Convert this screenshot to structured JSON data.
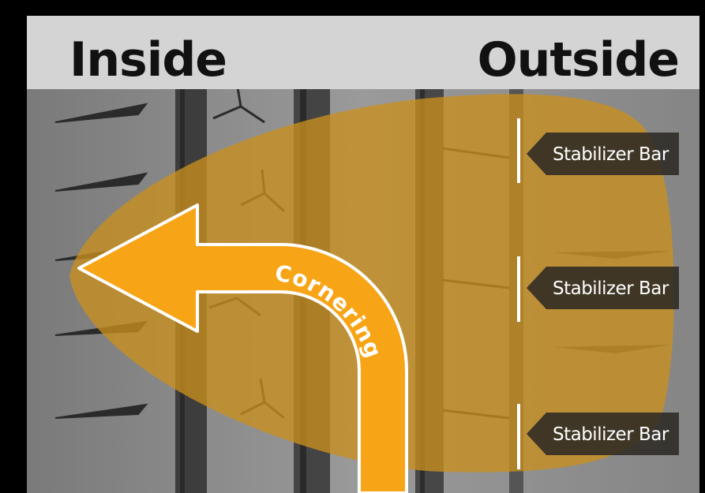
{
  "header": {
    "inside_label": "Inside",
    "outside_label": "Outside"
  },
  "stabilizer_bars": [
    {
      "label": "Stabilizer Bar"
    },
    {
      "label": "Stabilizer Bar"
    },
    {
      "label": "Stabilizer Bar"
    }
  ],
  "arrow": {
    "label": "Cornering"
  },
  "colors": {
    "frame": "#f2a51a",
    "contact_patch": "#c98f1f",
    "arrow": "#f7a416",
    "tread": "#8f8f8f",
    "label_box": "#2e2a24"
  }
}
